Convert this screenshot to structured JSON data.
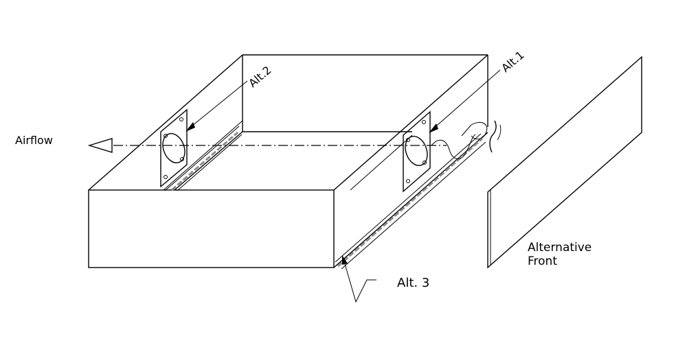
{
  "labels": {
    "airflow": "Airflow",
    "alt1": "Alt.1",
    "alt2": "Alt.2",
    "alt3": "Alt. 3",
    "alt_front_line1": "Alternative",
    "alt_front_line2": "Front"
  },
  "colors": {
    "line": "#000000",
    "rail": "#8c8c8c",
    "background": "#ffffff"
  }
}
